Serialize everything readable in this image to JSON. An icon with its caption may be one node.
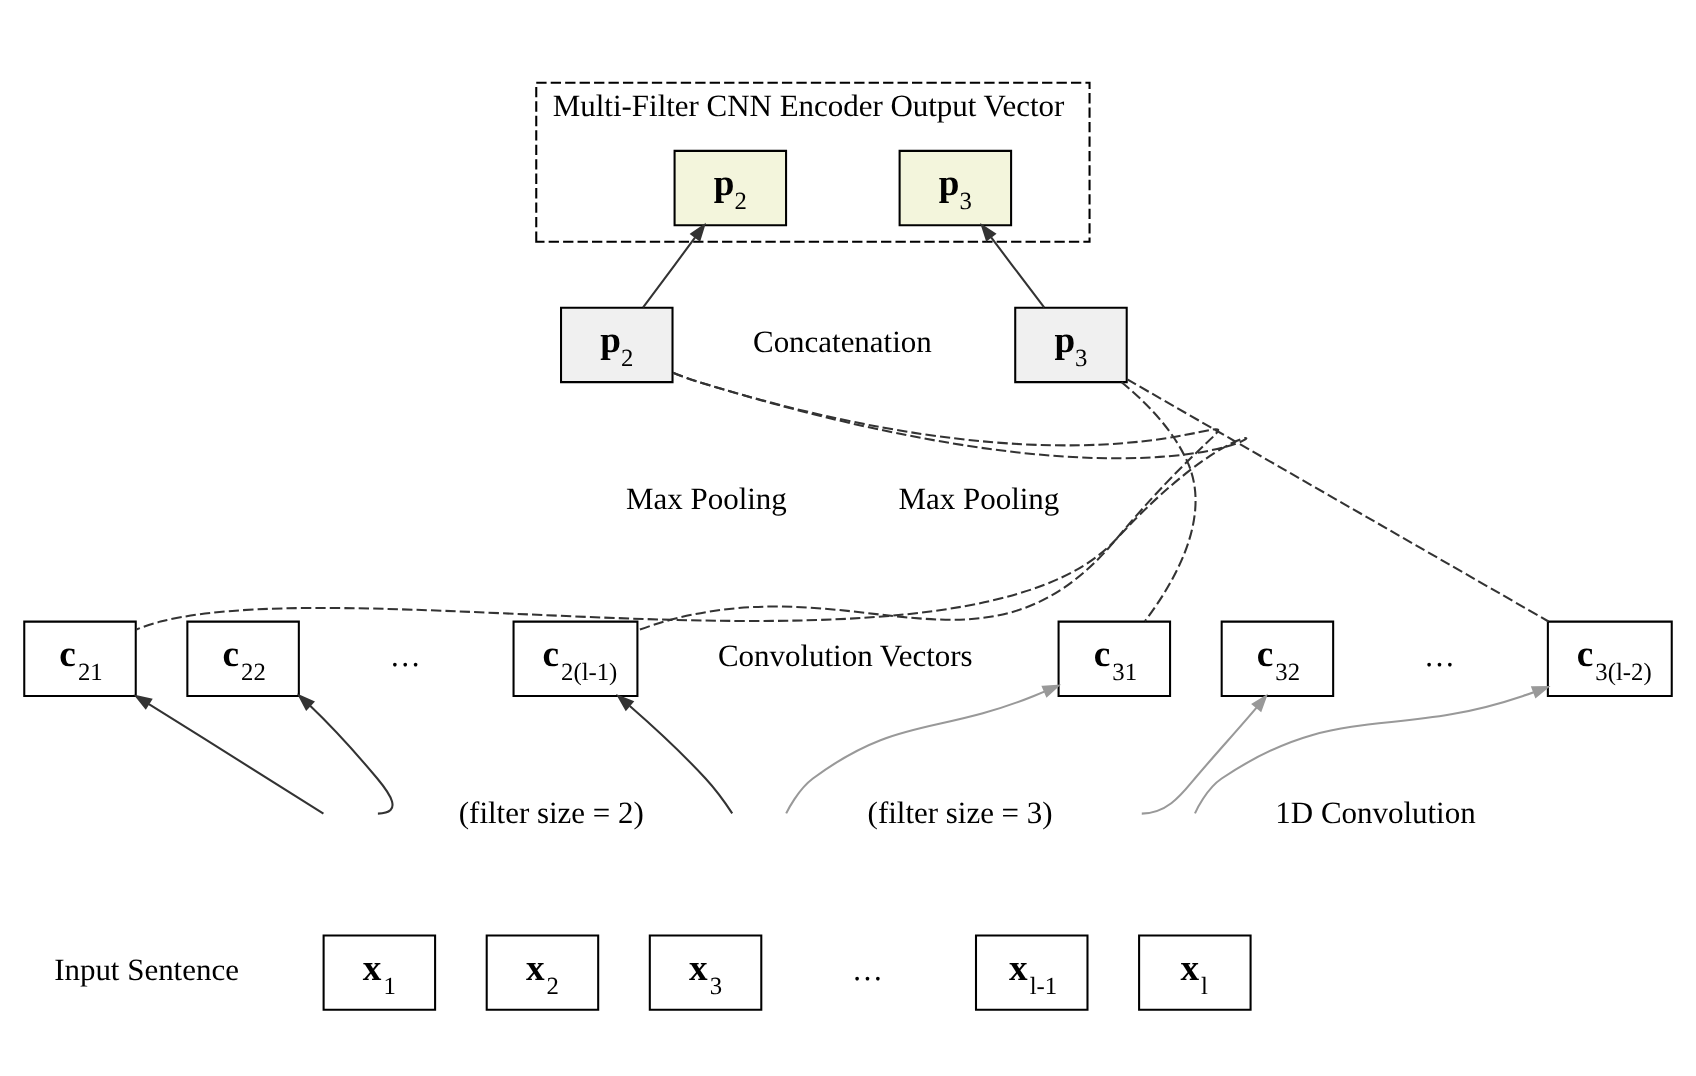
{
  "diagram": {
    "nodes": [
      {
        "text": [
          "Multi-Filter CNN Encoder Output Vector"
        ]
      },
      {
        "text": [
          "**p**$_{2}$"
        ],
        "in": 0
      },
      {
        "text": [
          "**p**$_{3}$"
        ],
        "in": 0
      },
      {
        "text": [
          "**p**$_{2}$"
        ]
      },
      {
        "text": [
          "**p**$_{3}$"
        ]
      },
      {
        "text": [
          "**c**$_{21}$"
        ]
      },
      {
        "text": [
          "**c**$_{22}$"
        ]
      },
      {
        "text": [
          "**c**$_{2(l-1)}$"
        ]
      },
      {
        "text": [
          "**c**$_{31}$"
        ]
      },
      {
        "text": [
          "**c**$_{32}$"
        ]
      },
      {
        "text": [
          "**c**$_{3(l-2)}$"
        ]
      },
      {
        "text": [
          "**x**$_{1}$"
        ]
      },
      {
        "text": [
          "**x**$_{2}$"
        ]
      },
      {
        "text": [
          "**x**$_{3}$"
        ]
      },
      {
        "text": [
          "**x**$_{l-1}$"
        ]
      },
      {
        "text": [
          "**x**$_{l}$"
        ]
      }
    ],
    "edges": [
      {
        "from": 3,
        "to": 1,
        "arrow": "to"
      },
      {
        "from": 4,
        "to": 2,
        "arrow": "to"
      },
      {
        "from": 3,
        "to": 5,
        "arrow": "none",
        "style": "dashed"
      },
      {
        "from": 3,
        "to": 7,
        "arrow": "none",
        "style": "dashed"
      },
      {
        "from": 4,
        "to": 8,
        "arrow": "none",
        "style": "dashed"
      },
      {
        "from": 4,
        "to": 10,
        "arrow": "none",
        "style": "dashed"
      },
      {
        "from": null,
        "to": 5,
        "arrow": "to"
      },
      {
        "from": null,
        "to": 6,
        "arrow": "to"
      },
      {
        "from": null,
        "to": 7,
        "arrow": "to"
      },
      {
        "from": null,
        "to": 8,
        "arrow": "to",
        "color": "#999999"
      },
      {
        "from": null,
        "to": 9,
        "arrow": "to",
        "color": "#999999"
      },
      {
        "from": null,
        "to": 10,
        "arrow": "to",
        "color": "#999999"
      }
    ],
    "labels": [
      "Concatenation",
      "Max Pooling",
      "Max Pooling",
      "…",
      "Convolution Vectors",
      "…",
      "(filter size = 2)",
      "(filter size = 3)",
      "1D Convolution",
      "Input Sentence",
      "…"
    ]
  }
}
